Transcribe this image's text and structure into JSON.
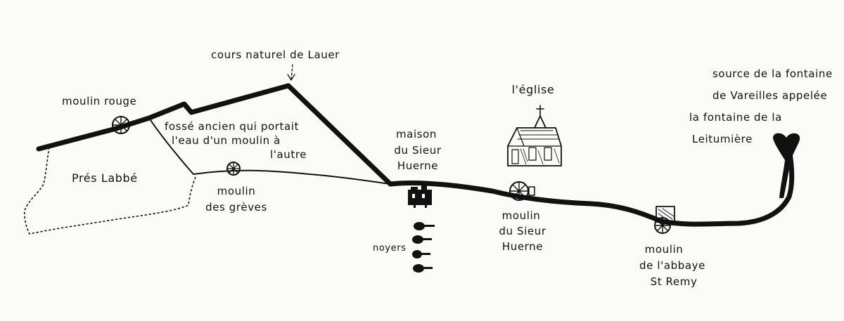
{
  "labels": {
    "cours_naturel": "cours naturel de Lauer",
    "moulin_rouge": "moulin rouge",
    "fosse_1": "fossé ancien qui portait",
    "fosse_2": "l'eau d'un moulin à",
    "fosse_3": "l'autre",
    "pres_labbe": "Prés Labbé",
    "moulin_greves_1": "moulin",
    "moulin_greves_2": "des grèves",
    "maison_1": "maison",
    "maison_2": "du Sieur",
    "maison_3": "Huerne",
    "eglise": "l'église",
    "noyers": "noyers",
    "moulin_sieur_1": "moulin",
    "moulin_sieur_2": "du Sieur",
    "moulin_sieur_3": "Huerne",
    "moulin_abbaye_1": "moulin",
    "moulin_abbaye_2": "de l'abbaye",
    "moulin_abbaye_3": "St Remy",
    "source_1": "source de la fontaine",
    "source_2": "de Vareilles appelée",
    "source_3": "la fontaine de la",
    "source_4": "Leitumière"
  },
  "icons": {
    "moulin_rouge": "mill-wheel-icon",
    "moulin_greves": "mill-wheel-icon",
    "maison": "house-icon",
    "eglise": "church-icon",
    "noyers": "walnut-tree-icon",
    "moulin_sieur": "mill-wheel-icon",
    "moulin_abbaye": "mill-with-house-icon",
    "source": "spring-source-icon"
  },
  "colors": {
    "ink": "#111111",
    "paper": "#fbfbf8"
  }
}
